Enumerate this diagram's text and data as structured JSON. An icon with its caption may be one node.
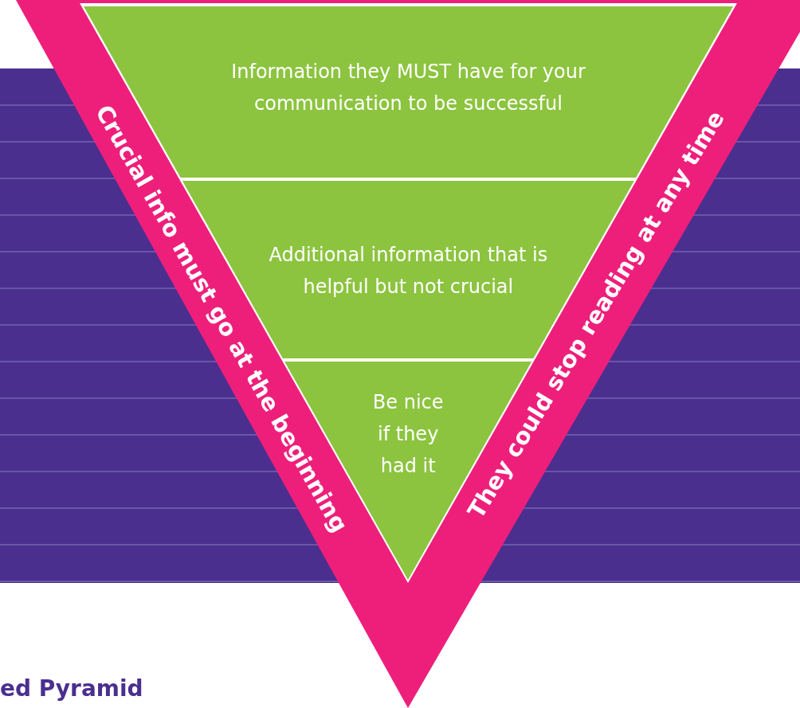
{
  "diagram": {
    "title": "ed Pyramid",
    "nodes": [
      {
        "text": [
          "Information they MUST have for your communication to be successful"
        ]
      },
      {
        "text": [
          "Additional information that is helpful but not crucial"
        ]
      },
      {
        "text": [
          "Be nice if they had it"
        ]
      }
    ],
    "labels": [
      "Crucial info must go at the beginning",
      "They could stop reading at any time"
    ]
  }
}
